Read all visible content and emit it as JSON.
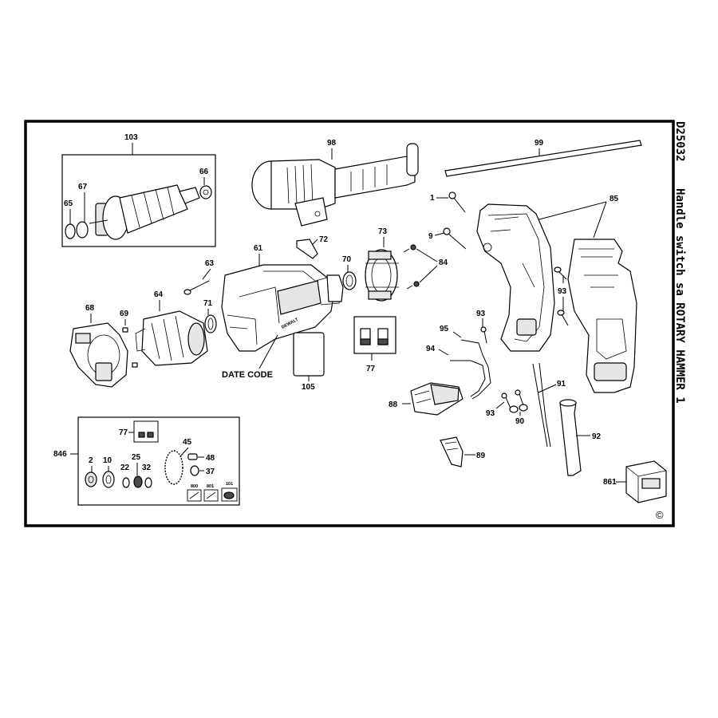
{
  "model_text": "D25032",
  "side_title": "Handle switch sa ROTARY HAMMER 1",
  "copyright_symbol": "©",
  "date_code_label": "DATE CODE",
  "brand_text": "DEWALT",
  "callouts": {
    "c103": "103",
    "c98": "98",
    "c99": "99",
    "c1": "1",
    "c85": "85",
    "c67": "67",
    "c66": "66",
    "c65": "65",
    "c9": "9",
    "c72": "72",
    "c73": "73",
    "c84": "84",
    "c61": "61",
    "c70": "70",
    "c63": "63",
    "c64": "64",
    "c93a": "93",
    "c68": "68",
    "c69": "69",
    "c71": "71",
    "c93b": "93",
    "c95": "95",
    "c94": "94",
    "c77a": "77",
    "c105": "105",
    "c91": "91",
    "c88": "88",
    "c93c": "93",
    "c90": "90",
    "c92": "92",
    "c89": "89",
    "c861": "861",
    "c846": "846",
    "c77b": "77",
    "c45": "45",
    "c2": "2",
    "c10": "10",
    "c25": "25",
    "c48": "48",
    "c22": "22",
    "c32": "32",
    "c37": "37",
    "c800": "800",
    "c801": "801",
    "c101": "101"
  },
  "icons": [
    "armature-part",
    "rotor-part",
    "handle-part",
    "rod-part",
    "housing-part",
    "field-part",
    "switch-part",
    "brush-part",
    "case-part"
  ]
}
